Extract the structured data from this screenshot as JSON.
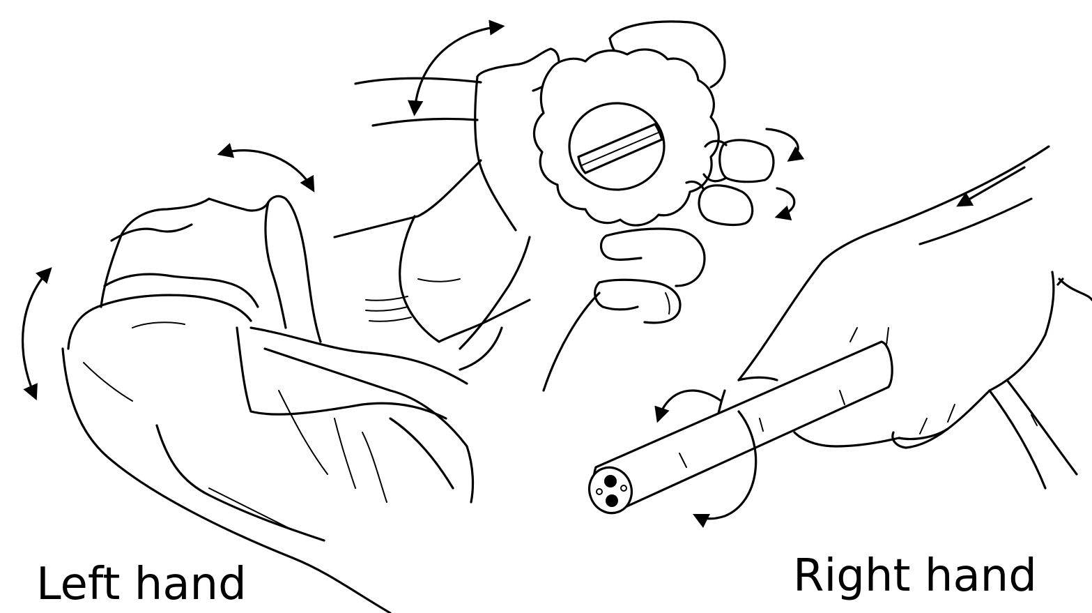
{
  "labels": {
    "left_hand": "Left hand",
    "right_hand": "Right hand"
  },
  "colors": {
    "ink": "#000000",
    "background": "#ffffff"
  },
  "icons": {
    "motion_arrows": "double-headed-curved-arrow",
    "rotation_arrows": "curved-rotation-arrow",
    "insertion_arrow": "straight-arrow"
  }
}
